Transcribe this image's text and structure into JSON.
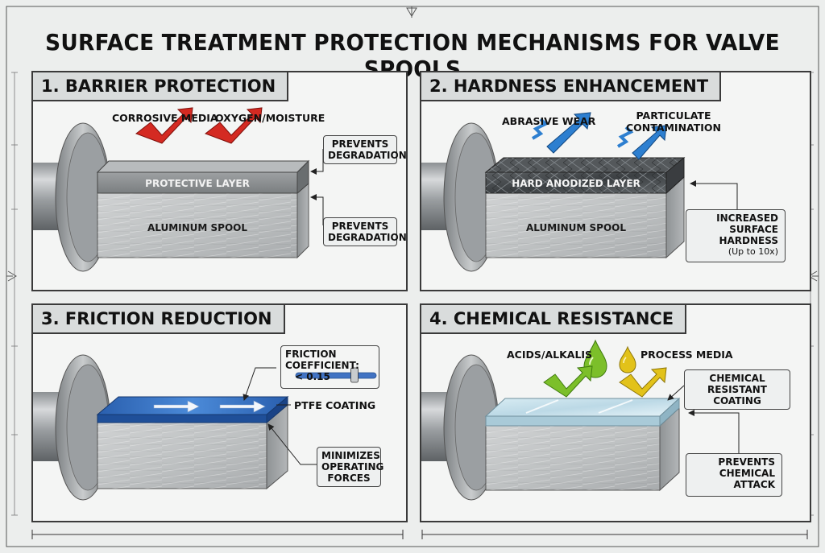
{
  "title": "SURFACE TREATMENT PROTECTION MECHANISMS FOR VALVE SPOOLS",
  "panels": {
    "p1": {
      "title": "1. BARRIER PROTECTION",
      "arrow1": "CORROSIVE MEDIA",
      "arrow2": "OXYGEN/MOISTURE",
      "layer": "PROTECTIVE LAYER",
      "spool": "ALUMINUM SPOOL",
      "callout1_l1": "PREVENTS",
      "callout1_l2": "DEGRADATION",
      "callout2_l1": "PREVENTS",
      "callout2_l2": "DEGRADATION"
    },
    "p2": {
      "title": "2. HARDNESS ENHANCEMENT",
      "arrow1": "ABRASIVE WEAR",
      "arrow2_l1": "PARTICULATE",
      "arrow2_l2": "CONTAMINATION",
      "layer": "HARD ANODIZED LAYER",
      "spool": "ALUMINUM SPOOL",
      "callout_l1": "INCREASED",
      "callout_l2": "SURFACE",
      "callout_l3": "HARDNESS",
      "callout_l4": "(Up to 10x)"
    },
    "p3": {
      "title": "3. FRICTION REDUCTION",
      "gauge_l1": "FRICTION COEFFICIENT:",
      "gauge_l2": "< 0.15",
      "gauge_level": 0.73,
      "coating": "PTFE COATING",
      "callout_l1": "MINIMIZES",
      "callout_l2": "OPERATING",
      "callout_l3": "FORCES"
    },
    "p4": {
      "title": "4. CHEMICAL RESISTANCE",
      "arrow1": "ACIDS/ALKALIS",
      "arrow2": "PROCESS MEDIA",
      "coating_l1": "CHEMICAL RESISTANT",
      "coating_l2": "COATING",
      "callout_l1": "PREVENTS",
      "callout_l2": "CHEMICAL",
      "callout_l3": "ATTACK"
    }
  },
  "colors": {
    "red_arrow": "#d42a22",
    "blue_arrow": "#2d7fd0",
    "ptfe_blue": "#2f6fc4",
    "green_drop": "#7cbf2a",
    "yellow_drop": "#e2c21a",
    "metal": "#b9bcbe"
  }
}
